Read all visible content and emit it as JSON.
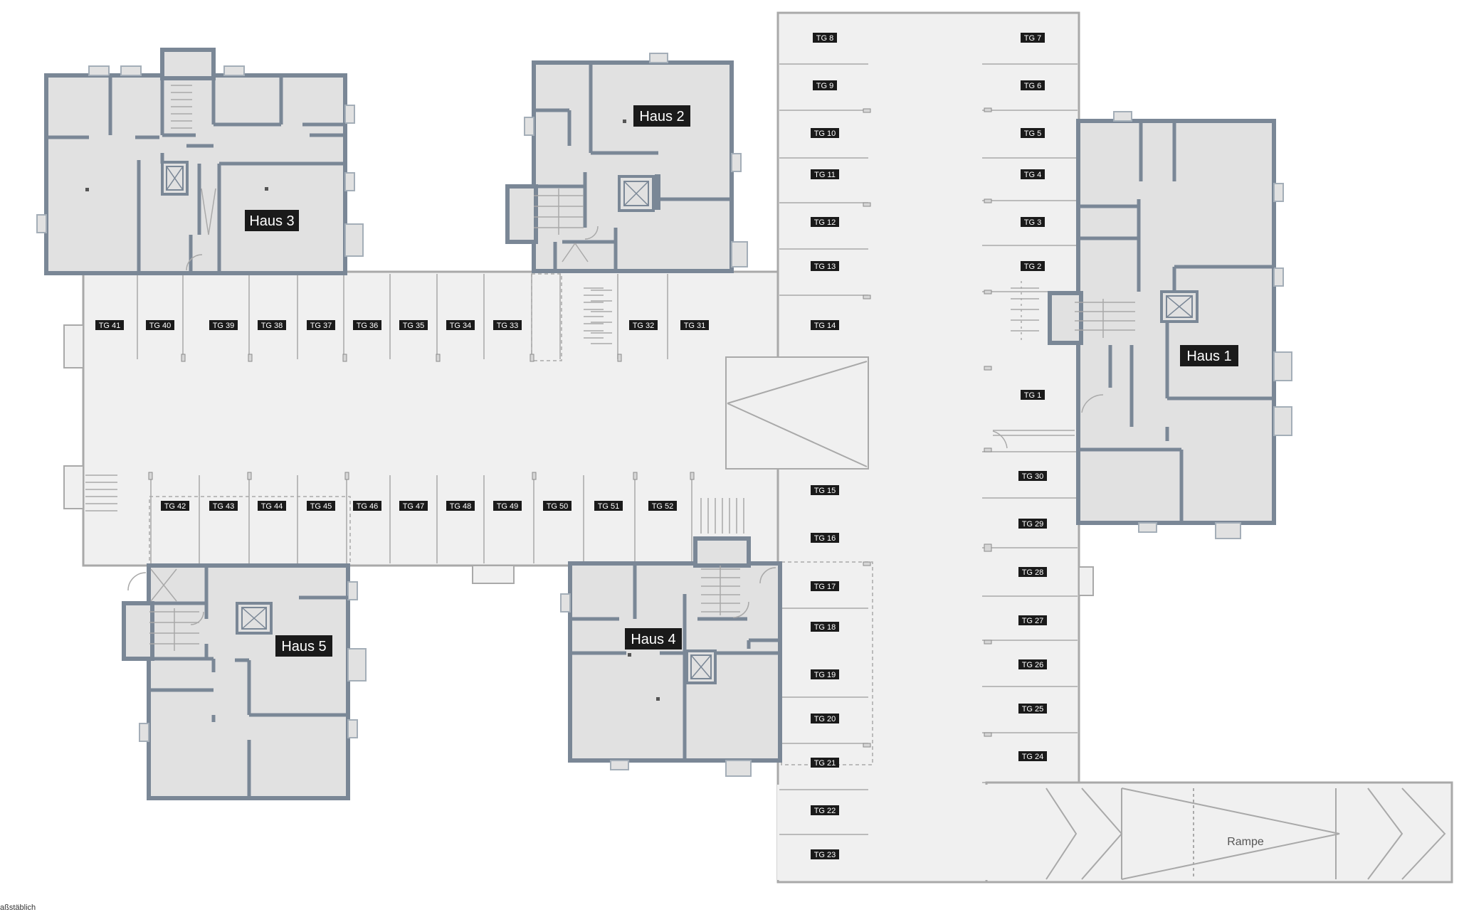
{
  "colors": {
    "wall": "#7a8796",
    "room": "#e1e1e1",
    "garage": "#f0f0f0",
    "line": "#a9a9a9",
    "label_bg": "#1a1a1a",
    "label_text": "#ffffff"
  },
  "houses": {
    "haus1": "Haus 1",
    "haus2": "Haus 2",
    "haus3": "Haus 3",
    "haus4": "Haus 4",
    "haus5": "Haus 5"
  },
  "ramp_label": "Rampe",
  "footnote": "aßstäblich",
  "parking": {
    "tg1": "TG 1",
    "tg2": "TG 2",
    "tg3": "TG 3",
    "tg4": "TG 4",
    "tg5": "TG 5",
    "tg6": "TG 6",
    "tg7": "TG 7",
    "tg8": "TG 8",
    "tg9": "TG 9",
    "tg10": "TG 10",
    "tg11": "TG 11",
    "tg12": "TG 12",
    "tg13": "TG 13",
    "tg14": "TG 14",
    "tg15": "TG 15",
    "tg16": "TG 16",
    "tg17": "TG 17",
    "tg18": "TG 18",
    "tg19": "TG 19",
    "tg20": "TG 20",
    "tg21": "TG 21",
    "tg22": "TG 22",
    "tg23": "TG 23",
    "tg24": "TG 24",
    "tg25": "TG 25",
    "tg26": "TG 26",
    "tg27": "TG 27",
    "tg28": "TG 28",
    "tg29": "TG 29",
    "tg30": "TG 30",
    "tg31": "TG 31",
    "tg32": "TG 32",
    "tg33": "TG 33",
    "tg34": "TG 34",
    "tg35": "TG 35",
    "tg36": "TG 36",
    "tg37": "TG 37",
    "tg38": "TG 38",
    "tg39": "TG 39",
    "tg40": "TG 40",
    "tg41": "TG 41",
    "tg42": "TG 42",
    "tg43": "TG 43",
    "tg44": "TG 44",
    "tg45": "TG 45",
    "tg46": "TG 46",
    "tg47": "TG 47",
    "tg48": "TG 48",
    "tg49": "TG 49",
    "tg50": "TG 50",
    "tg51": "TG 51",
    "tg52": "TG 52"
  }
}
